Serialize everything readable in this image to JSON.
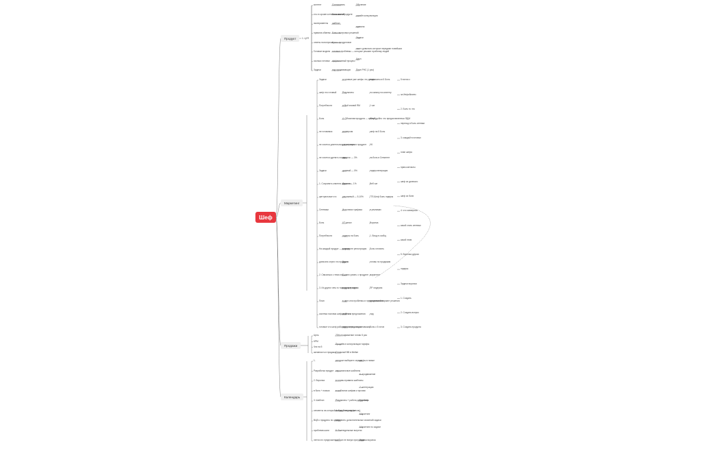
{
  "root": "Шеф",
  "branches": {
    "produkt": {
      "label": "Продукт",
      "sub": "1. ЦУП",
      "nodes": [
        "контент",
        "кто-то кроме контент в меню/продукте",
        "эксперименты",
        "правила обмены",
        "ответы на вопросы",
        "Готовые модели",
        "сколько готовых",
        "Задачи",
        "Согласовать",
        "База знаний",
        "шаблон",
        "Базы смотровых решений",
        "Кросс-продуктовое",
        "готовые проблемы — которые решают проблему людей",
        "эффективный процесс",
        "под проживающих",
        "Обучение",
        "онлайн консультации",
        "правила",
        "Задачи",
        "чисто довольно которые передают новейших",
        "Цикл",
        "План РНС (1 раз)"
      ]
    },
    "marketing": {
      "label": "Маркетинг",
      "nodes": [
        "Задачи",
        "шеф это готовый",
        "Потребности",
        "Боль",
        "не готовимся",
        "не хочется длительного от готового",
        "не хочется уделять готовка",
        "Задачи",
        "1. Сохранить клиента через что",
        "центральные что",
        "Сетевики",
        "Боль",
        "Потребности",
        "На каждый продукт — контакт",
        "дописать через что продукта",
        "2. Связаться с теми кто — что узнать о продукте",
        "3. Из других чем-то там строк продукт",
        "План",
        "система постами шефов 45 что",
        "готовые что шеф работает и перед по доставками",
        "а готовые уже шефы что делать",
        "Результаты",
        "а Мой знаний ЯМ",
        "4. Объясним продукта — зачем удобно что предоставленных ЯДМ",
        "конверсия",
        "регистрация в продукте",
        "процесс — 3%",
        "целевой — 5%",
        "Оплата — 1%",
        "рекламный — 5-10%",
        "Источники трафика",
        "VT канал",
        "лидеры на Боль",
        "в продукте регистрация",
        "Блоги",
        "Боль",
        "ведущие плюсы",
        "в двух или проблемы и предлагаемый вариант решения",
        "ответы и предложения",
        "лидеры на каналах",
        "подписаться 5 Боль",
        "по каналу на клиенту",
        "1 чат",
        "Ютуб",
        "шеф на 5 Боль",
        "VK",
        "на боль в Сегменте",
        "лидерогенерация",
        "Веб чат",
        "ГГБ Шеф Боль лидеры",
        "в рекламах",
        "Воронка",
        "1. Вход в сообщ",
        "Боль готовить",
        "готовы по продажам",
        "маркетинг",
        "ПР лидером",
        "продвижение",
        "лид",
        "Боль с 5 готов",
        "5 потом с",
        "за Инфобизнес",
        "2. Боль то что",
        "переход в Боль сетевки",
        "3. каждый в готовых",
        "план шефа",
        "прям контакты",
        "шеф из далекого",
        "шеф из боли",
        "4. что конверсии",
        "какой стать сетевых",
        "какой этим",
        "5. Воронка другая",
        "лидеры",
        "Задачи воронки",
        "1. Создать",
        "2. Создать вопрос",
        "3. Создать продукта"
      ]
    },
    "prodazhi": {
      "label": "Продажи",
      "nodes": [
        "Цель",
        "КРМ",
        "Чек на 5",
        "активность в продажи",
        "70% продвижение готово 5 раз",
        "Продаём в консультации тарифы",
        "Отличный ВВ в Мейке"
      ]
    },
    "kalendar": {
      "label": "Календарь",
      "nodes": [
        "1.",
        "Разработка продукт",
        "2. Воронка",
        "в боль + поиска",
        "3. Шаблон",
        "сегменты на который всегда 3 недели (месяц)",
        "ВЦВ с продукты по центру",
        "проблема шаги",
        "лента что предложено",
        "которые выберите сервис",
        "персональные шаблоны",
        "в готовы правила шаблоны",
        "в шаблонах шефам и прочим",
        "Результаты + работа для заботы",
        "4. Создание задачи",
        "заполнить дополнительные значений задачи",
        "5. Еженедельные встречи",
        "шаблон не вчера программы",
        "шефы в новые",
        "6. продвижение",
        "7. интеграции",
        "Где шеф",
        "Маркетинг",
        "Маркетинг по задаче",
        "Задача воронка"
      ]
    }
  }
}
